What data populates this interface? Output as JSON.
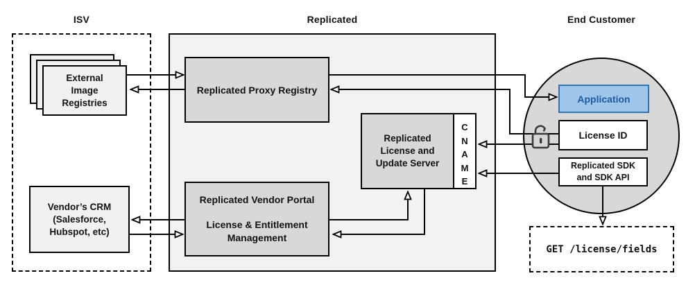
{
  "titles": {
    "isv": "ISV",
    "replicated": "Replicated",
    "end_customer": "End Customer"
  },
  "isv": {
    "external_registries": {
      "line1": "External",
      "line2": "Image",
      "line3": "Registries"
    },
    "vendor_crm": {
      "line1": "Vendor’s CRM",
      "line2": "(Salesforce,",
      "line3": "Hubspot, etc)"
    }
  },
  "replicated": {
    "proxy_registry": {
      "label": "Replicated Proxy Registry"
    },
    "license_update_server": {
      "line1": "Replicated",
      "line2": "License and",
      "line3": "Update Server"
    },
    "cname": {
      "letter1": "C",
      "letter2": "N",
      "letter3": "A",
      "letter4": "M",
      "letter5": "E"
    },
    "vendor_portal": {
      "line1": "Replicated Vendor Portal",
      "line2": "License & Entitlement",
      "line3": "Management"
    }
  },
  "end_customer": {
    "application": {
      "label": "Application"
    },
    "license_id": {
      "label": "License ID"
    },
    "replicated_sdk": {
      "line1": "Replicated SDK",
      "line2": "and SDK API"
    },
    "api_call": {
      "label": "GET /license/fields"
    }
  },
  "icons": {
    "lock": "open-padlock-icon"
  },
  "colors": {
    "line": "#000000",
    "region_fill": "#f2f2f2",
    "node_fill": "#d8d8d8",
    "light_node_fill": "#f1f1f1",
    "circle_fill": "#d8d8d8",
    "app_fill": "#9fc5e8",
    "app_border": "#2e75b6",
    "app_text": "#1a5ca8",
    "lock_stroke": "#3a3a3a"
  }
}
